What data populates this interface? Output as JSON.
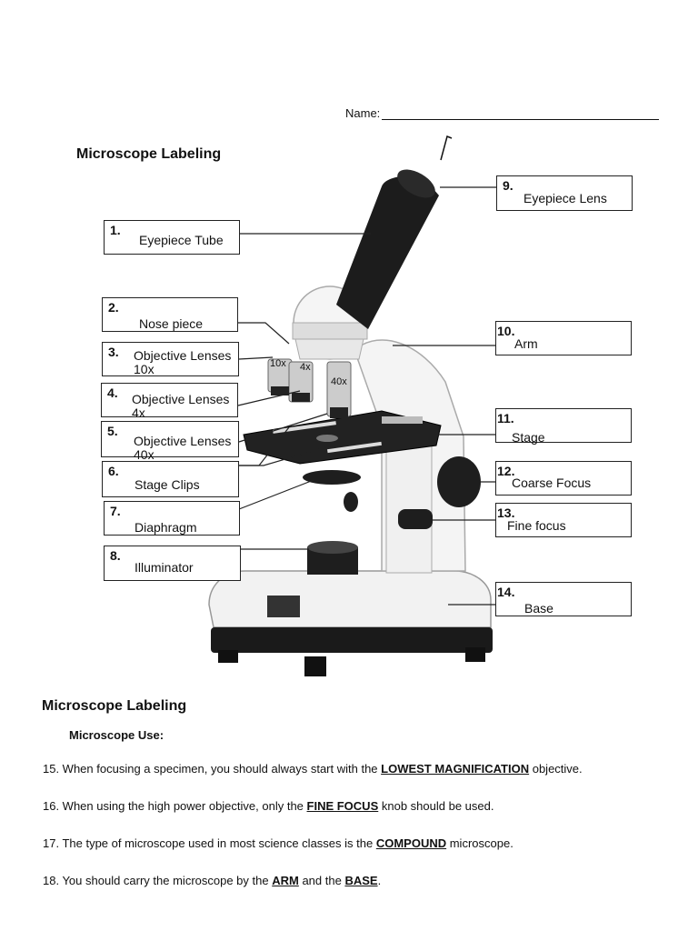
{
  "header": {
    "name_label": "Name:"
  },
  "diagram": {
    "title": "Microscope Labeling",
    "labels": [
      {
        "num": "1.",
        "text": "Eyepiece Tube"
      },
      {
        "num": "2.",
        "text": "Nose piece"
      },
      {
        "num": "3.",
        "text": "Objective Lenses 10x"
      },
      {
        "num": "4.",
        "text": "Objective Lenses 4x"
      },
      {
        "num": "5.",
        "text": "Objective Lenses 40x"
      },
      {
        "num": "6.",
        "text": "Stage Clips"
      },
      {
        "num": "7.",
        "text": "Diaphragm"
      },
      {
        "num": "8.",
        "text": "Illuminator"
      },
      {
        "num": "9.",
        "text": "Eyepiece Lens"
      },
      {
        "num": "10.",
        "text": "Arm"
      },
      {
        "num": "11.",
        "text": "Stage"
      },
      {
        "num": "12.",
        "text": "Coarse Focus"
      },
      {
        "num": "13.",
        "text": "Fine focus"
      },
      {
        "num": "14.",
        "text": "Base"
      }
    ],
    "lens_marks": [
      "10x",
      "4x",
      "40x"
    ]
  },
  "section": {
    "title": "Microscope Labeling",
    "subtitle": "Microscope Use:"
  },
  "questions": [
    {
      "pre": "15. When focusing a specimen, you should always start with the ",
      "ans": "LOWEST MAGNIFICATION",
      "post": " objective."
    },
    {
      "pre": "16. When using the high power objective, only the ",
      "ans": "FINE FOCUS",
      "post": " knob should be used."
    },
    {
      "pre": "17. The type of microscope used in most science classes is the ",
      "ans": "COMPOUND",
      "post": " microscope."
    },
    {
      "pre": "18. You should carry the microscope by the ",
      "ans": "ARM",
      "mid": " and the ",
      "ans2": "BASE",
      "post": "."
    }
  ]
}
